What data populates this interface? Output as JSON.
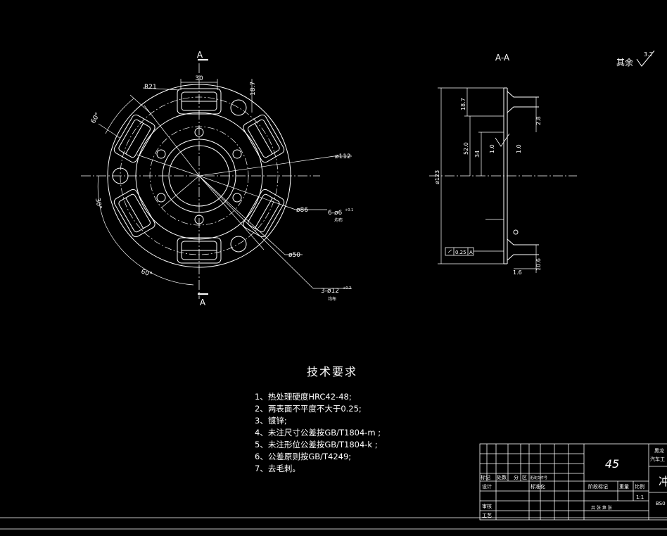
{
  "section_labels": {
    "cut_top": "A",
    "cut_bottom": "A",
    "section_title": "A-A"
  },
  "surface_finish": {
    "label": "其余",
    "value": "3.2"
  },
  "front_view_dims": {
    "width_30": "30",
    "r21": "R21",
    "dim_18_7": "18.7",
    "angle_top": "60°",
    "angle_left": "30°",
    "angle_bottom": "60°",
    "dia_112": "ø112",
    "dia_86": "ø86",
    "holes_6": "6-ø6",
    "holes_6_sub": "+0.1",
    "holes_6_note": "均布",
    "dia_50": "ø50",
    "holes_3": "3-ø12",
    "holes_3_sub": "+0.2",
    "holes_3_note": "均布"
  },
  "section_view_dims": {
    "dia_123": "ø123",
    "d_18_7": "18.7",
    "d_2_8": "2.8",
    "d_52_0": "52.0",
    "d_34": "34",
    "d_1_0a": "1.0",
    "d_1_0b": "1.0",
    "flatness": "0.25",
    "datum": "A",
    "d_10_6": "10.6",
    "d_1_6": "1.6"
  },
  "tech_requirements": {
    "title": "技术要求",
    "items": [
      "1、热处理硬度HRC42-48;",
      "2、两表面不平度不大于0.25;",
      "3、镀锌;",
      "4、未注尺寸公差按GB/T1804-m ;",
      "5、未注形位公差按GB/T1804-k ;",
      "6、公差原则按GB/T4249;",
      "7、去毛刺。"
    ]
  },
  "title_block": {
    "material": "45",
    "row1": [
      "标记",
      "处数",
      "分",
      "区",
      "更改文件号"
    ],
    "design": "设计",
    "standard": "标准化",
    "stage": "阶段标记",
    "weight": "重量",
    "scale_label": "比例",
    "scale_value": "1:1",
    "review": "审核",
    "process": "工艺",
    "sheets": "共 张  第 张",
    "org": "黑龙",
    "org2": "汽车工",
    "part": "冲",
    "code": "BS0"
  }
}
